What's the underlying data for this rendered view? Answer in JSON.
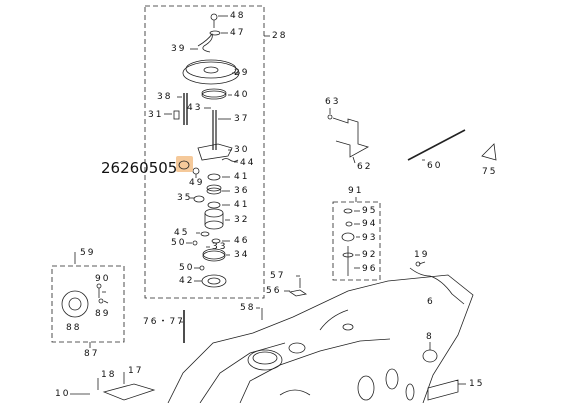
{
  "title_number": "26260505",
  "labels": {
    "l48": "48",
    "l47": "47",
    "l28": "28",
    "l39": "39",
    "l29": "29",
    "l38": "38",
    "l40": "40",
    "l43": "43",
    "l31": "31",
    "l37": "37",
    "l30": "30",
    "l44": "44",
    "l49": "49",
    "l41a": "41",
    "l36": "36",
    "l35": "35",
    "l41b": "41",
    "l32": "32",
    "l45": "45",
    "l50a": "50",
    "l46": "46",
    "l33": "33",
    "l50b": "50",
    "l34": "34",
    "l42": "42",
    "l63": "63",
    "l62": "62",
    "l60": "60",
    "l75": "75",
    "l91": "91",
    "l95": "95",
    "l94": "94",
    "l93": "93",
    "l92": "92",
    "l96": "96",
    "l59": "59",
    "l90": "90",
    "l89": "89",
    "l88": "88",
    "l87": "87",
    "l57": "57",
    "l56": "56",
    "l58": "58",
    "l7677": "76・77",
    "l19": "19",
    "l6": "6",
    "l8": "8",
    "l15": "15",
    "l18": "18",
    "l17": "17",
    "l10": "10"
  },
  "highlight_color": "#f5c99a"
}
